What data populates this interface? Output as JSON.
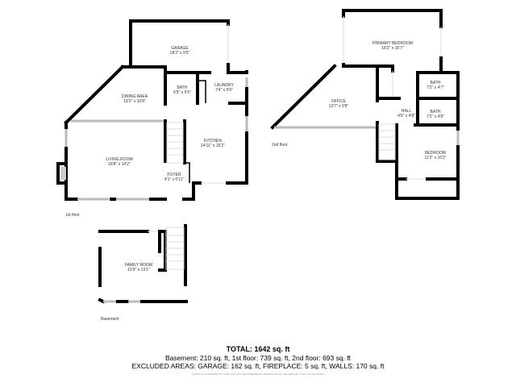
{
  "floors": {
    "first": {
      "label": "1st floor",
      "rooms": [
        {
          "name": "GARAGE",
          "size": "18'2\" x 9'5\""
        },
        {
          "name": "BATH",
          "size": "5'9\" x 5'6\""
        },
        {
          "name": "LAUNDRY",
          "size": "7'4\" x 5'6\""
        },
        {
          "name": "DINING AREA",
          "size": "18'2\" x 10'8\""
        },
        {
          "name": "KITCHEN",
          "size": "14'11\" x 16'2\""
        },
        {
          "name": "LIVING ROOM",
          "size": "18'8\" x 14'2\""
        },
        {
          "name": "FOYER",
          "size": "4'1\" x 6'11\""
        }
      ]
    },
    "second": {
      "label": "2nd floor",
      "rooms": [
        {
          "name": "PRIMARY BEDROOM",
          "size": "18'2\" x 16'7\""
        },
        {
          "name": "OFFICE",
          "size": "13'7\" x 9'8\""
        },
        {
          "name": "HALL",
          "size": "4'0\" x 4'8\""
        },
        {
          "name": "BATH",
          "size": "7'2\" x 4'7\""
        },
        {
          "name": "BATH",
          "size": "7'2\" x 4'8\""
        },
        {
          "name": "BEDROOM",
          "size": "11'2\" x 10'2\""
        }
      ]
    },
    "basement": {
      "label": "Basement",
      "rooms": [
        {
          "name": "FAMILY ROOM",
          "size": "15'9\" x 13'1\""
        }
      ]
    }
  },
  "summary": {
    "total": "TOTAL: 1642 sq. ft",
    "breakdown": "Basement: 210 sq. ft, 1st floor: 739 sq. ft, 2nd floor: 693 sq. ft",
    "excluded": "EXCLUDED AREAS: GARAGE: 162 sq. ft, FIREPLACE: 5 sq. ft, WALLS: 170 sq. ft",
    "disclaimer": "FLOOR PLAN CREATED BY CUBICASA APP. MEASUREMENTS DEEMED HIGHLY RELIABLE BUT NOT GUARANTEED."
  }
}
